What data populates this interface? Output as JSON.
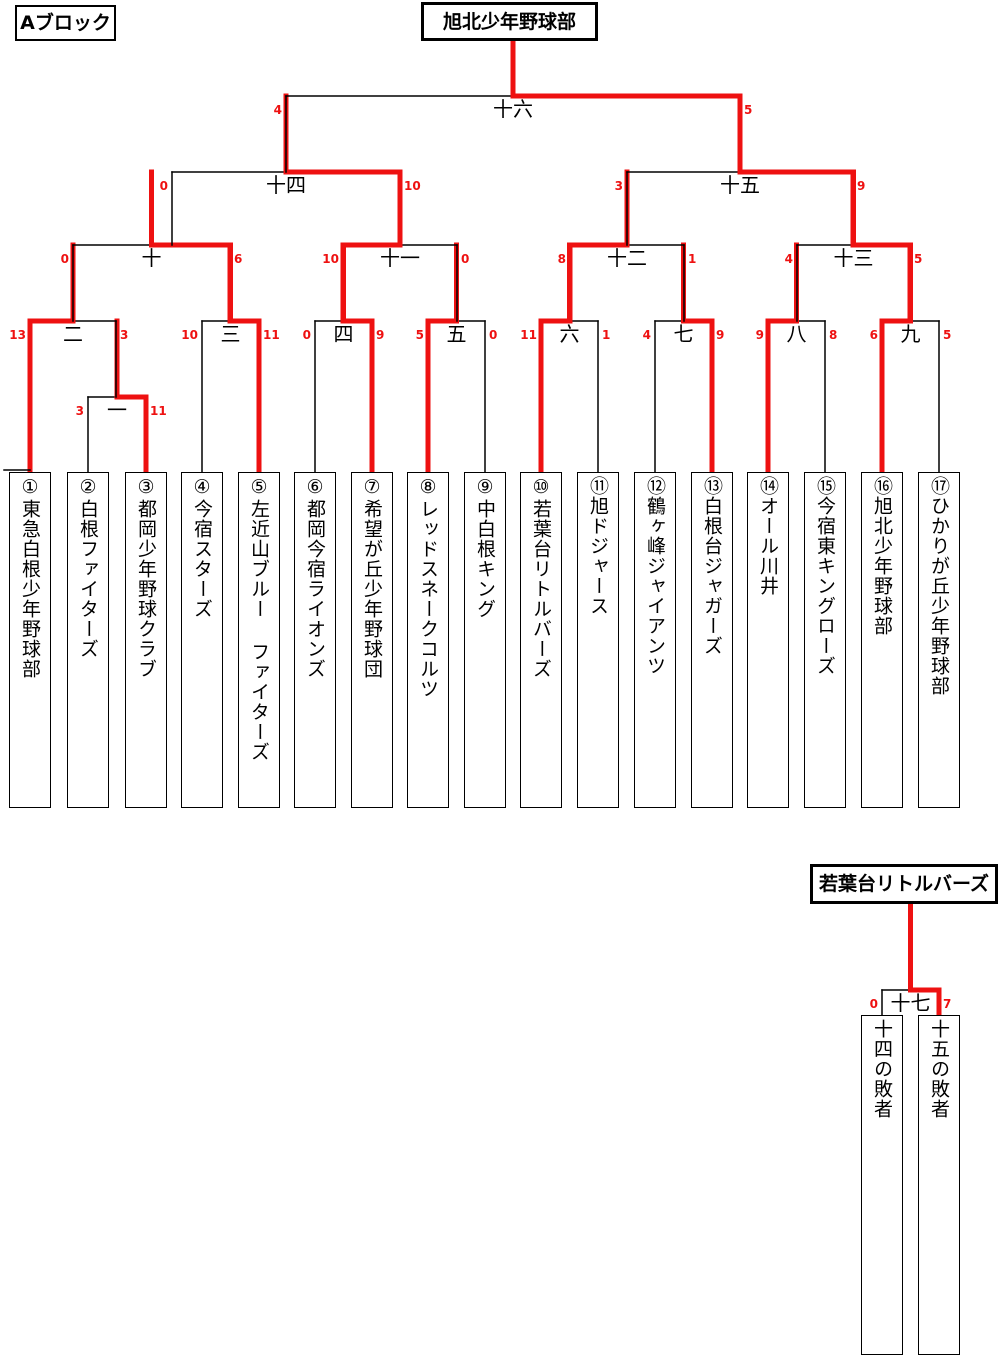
{
  "block_label": "Aブロック",
  "champion": "旭北少年野球部",
  "consolation_winner": "若葉台リトルバーズ",
  "teams": [
    {
      "no": "①",
      "name": "東急白根少年野球部"
    },
    {
      "no": "②",
      "name": "白根ファイターズ"
    },
    {
      "no": "③",
      "name": "都岡少年野球クラブ"
    },
    {
      "no": "④",
      "name": "今宿スターズ"
    },
    {
      "no": "⑤",
      "name": "左近山ブルー ファイターズ"
    },
    {
      "no": "⑥",
      "name": "都岡今宿ライオンズ"
    },
    {
      "no": "⑦",
      "name": "希望が丘少年野球団"
    },
    {
      "no": "⑧",
      "name": "レッドスネークコルツ"
    },
    {
      "no": "⑨",
      "name": "中白根キング"
    },
    {
      "no": "⑩",
      "name": "若葉台リトルバーズ"
    },
    {
      "no": "⑪",
      "name": "旭ドジャース"
    },
    {
      "no": "⑫",
      "name": "鶴ヶ峰ジャイアンツ"
    },
    {
      "no": "⑬",
      "name": "白根台ジャガーズ"
    },
    {
      "no": "⑭",
      "name": "オール川井"
    },
    {
      "no": "⑮",
      "name": "今宿東キングローズ"
    },
    {
      "no": "⑯",
      "name": "旭北少年野球部"
    },
    {
      "no": "⑰",
      "name": "ひかりが丘少年野球部"
    }
  ],
  "consolation_teams": [
    {
      "name": "十四の敗者"
    },
    {
      "name": "十五の敗者"
    }
  ],
  "matches": [
    {
      "label": "一",
      "left_score": "3",
      "right_score": "11",
      "winner": "right"
    },
    {
      "label": "二",
      "left_score": "13",
      "right_score": "3",
      "winner": "left"
    },
    {
      "label": "三",
      "left_score": "10",
      "right_score": "11",
      "winner": "right"
    },
    {
      "label": "四",
      "left_score": "0",
      "right_score": "9",
      "winner": "right"
    },
    {
      "label": "五",
      "left_score": "5",
      "right_score": "0",
      "winner": "left"
    },
    {
      "label": "六",
      "left_score": "11",
      "right_score": "1",
      "winner": "left"
    },
    {
      "label": "七",
      "left_score": "4",
      "right_score": "9",
      "winner": "right"
    },
    {
      "label": "八",
      "left_score": "9",
      "right_score": "8",
      "winner": "left"
    },
    {
      "label": "九",
      "left_score": "6",
      "right_score": "5",
      "winner": "left"
    },
    {
      "label": "十",
      "left_score": "0",
      "right_score": "6",
      "winner": "right"
    },
    {
      "label": "十一",
      "left_score": "10",
      "right_score": "0",
      "winner": "left"
    },
    {
      "label": "十二",
      "left_score": "8",
      "right_score": "1",
      "winner": "left"
    },
    {
      "label": "十三",
      "left_score": "4",
      "right_score": "5",
      "winner": "right"
    },
    {
      "label": "十四",
      "left_score": "0",
      "right_score": "10",
      "winner": "right"
    },
    {
      "label": "十五",
      "left_score": "3",
      "right_score": "9",
      "winner": "right"
    },
    {
      "label": "十六",
      "left_score": "4",
      "right_score": "5",
      "winner": "right"
    },
    {
      "label": "十七",
      "left_score": "0",
      "right_score": "7",
      "winner": "right"
    }
  ],
  "colors": {
    "win_line": "#ee1111",
    "lose_line": "#000000",
    "score": "#ee1111"
  }
}
